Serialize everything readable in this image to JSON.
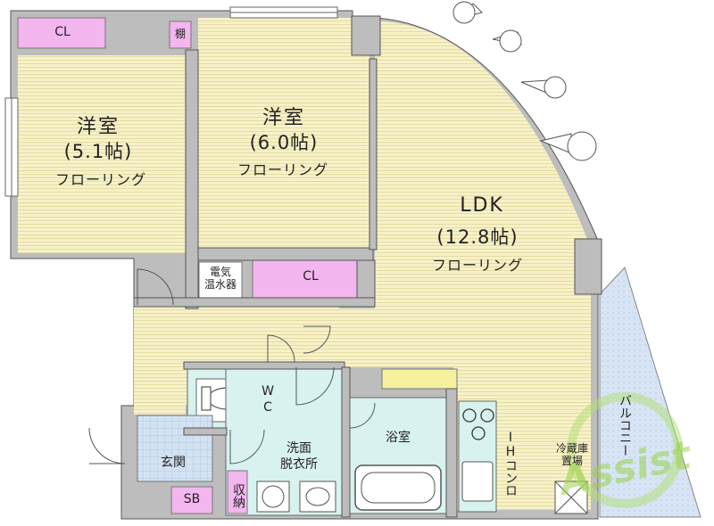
{
  "rooms": {
    "western1": {
      "name": "洋室",
      "size": "(5.1帖)",
      "floor": "フローリング"
    },
    "western2": {
      "name": "洋室",
      "size": "(6.0帖)",
      "floor": "フローリング"
    },
    "ldk": {
      "name": "LDK",
      "size": "(12.8帖)",
      "floor": "フローリング"
    }
  },
  "labels": {
    "cl_top": "CL",
    "cl_mid": "CL",
    "shelf": "棚",
    "water_heater": "電気\n温水器",
    "wc": "W\nC",
    "washroom": "洗面\n脱衣所",
    "bath": "浴室",
    "ih": "IHコンロ",
    "fridge": "冷蔵庫\n置場",
    "balcony": "バルコニー",
    "entrance": "玄関",
    "sb": "SB",
    "storage": "収納",
    "watermark": "Assist"
  },
  "colors": {
    "floor": "#f6f0c4",
    "closet": "#f2b8ee",
    "wet": "#d6f4f0",
    "tile": "#cfe0f0",
    "wall": "#bfbfbf",
    "watermark": "#9bd24a"
  }
}
